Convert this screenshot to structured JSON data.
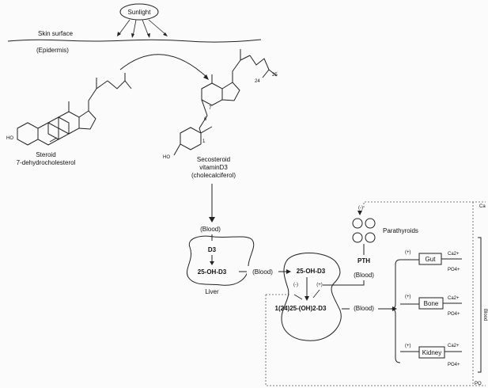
{
  "labels": {
    "sunlight": "Sunlight",
    "skin_surface": "Skin surface",
    "epidermis": "(Epidermis)",
    "steroid": "Steroid",
    "dehydrocholesterol": "7-dehydrocholesterol",
    "secosteroid": "Secosteroid",
    "vitamin_d3": "vitaminD3",
    "cholecalciferol": "(cholecalciferol)",
    "ho_left": "HO",
    "ho_right": "HO",
    "c6": "6",
    "c7": "7",
    "c1": "1",
    "c24": "24",
    "c25": "25",
    "blood_1": "(Blood)",
    "d3": "D3",
    "oh_d3_liver": "25-OH-D3",
    "blood_2": "(Blood)",
    "oh_d3_kidney": "25-OH-D3",
    "liver": "Liver",
    "minus_kidney": "(-)",
    "plus_kidney": "(+)",
    "oh2_d3": "1(24)25-(OH)2-D3",
    "blood_3": "(Blood)",
    "minus_pth": "(-)",
    "parathyroids": "Parathyroids",
    "pth": "PTH",
    "blood_4": "(Blood)",
    "gut": "Gut",
    "bone": "Bone",
    "kidney": "Kidney",
    "plus_gut": "(+)",
    "plus_bone": "(+)",
    "plus_kidney2": "(+)",
    "ca_gut": "Ca2+",
    "po_gut": "PO4+",
    "ca_bone": "Ca2+",
    "po_bone": "PO4+",
    "ca_kidney": "Ca2+",
    "po_kidney": "PO4+",
    "blood_right": "Blood",
    "ca_top": "Ca",
    "po_bottom": "PO"
  }
}
